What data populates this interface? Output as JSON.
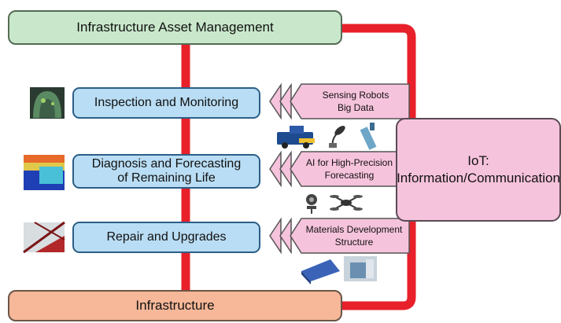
{
  "top_box": {
    "label": "Infrastructure Asset Management"
  },
  "bottom_box": {
    "label": "Infrastructure"
  },
  "processes": [
    {
      "label": "Inspection and Monitoring"
    },
    {
      "label_line1": "Diagnosis and Forecasting",
      "label_line2": "of Remaining Life"
    },
    {
      "label": "Repair and Upgrades"
    }
  ],
  "technologies": [
    {
      "line1": "Sensing Robots",
      "line2": "Big Data"
    },
    {
      "line1": "AI for High-Precision",
      "line2": "Forecasting"
    },
    {
      "line1": "Materials Development",
      "line2": "Structure"
    }
  ],
  "iot_box": {
    "line1": "IoT:",
    "line2": "Information/Communication"
  },
  "colors": {
    "connector_red": "#e8202a",
    "asset_green": "#c9e8cb",
    "infra_orange": "#f6b899",
    "process_blue": "#b9ddf4",
    "tech_pink": "#f6c3dc"
  },
  "icons": [
    "tunnel-scan-image",
    "thermal-map-image",
    "bridge-underside-image",
    "inspection-vehicle-icon",
    "sensor-probe-icon",
    "robot-arm-icon",
    "camera-robot-icon",
    "drone-icon",
    "material-panel-image",
    "lab-machine-image"
  ]
}
